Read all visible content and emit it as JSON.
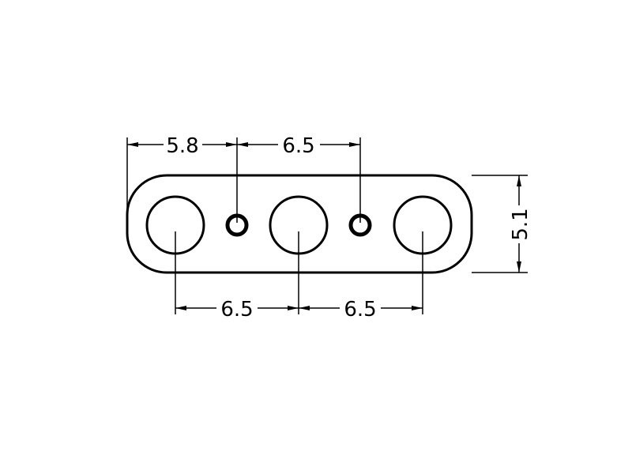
{
  "drawing": {
    "dimensions": {
      "top_left": "5.8",
      "top_right": "6.5",
      "bottom_left": "6.5",
      "bottom_right": "6.5",
      "height": "5.1"
    },
    "colors": {
      "line": "#000000",
      "background": "#ffffff"
    }
  }
}
